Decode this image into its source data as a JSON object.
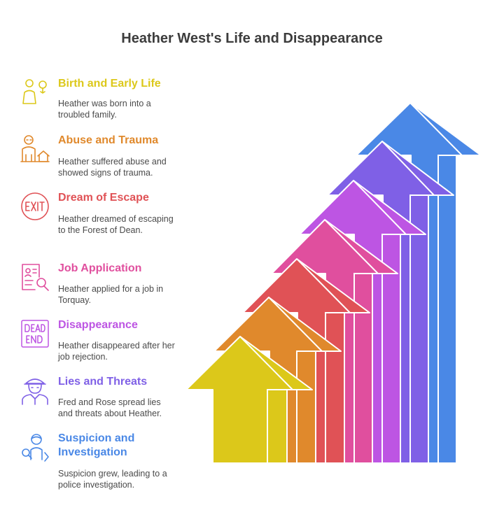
{
  "title": "Heather West's Life and Disappearance",
  "steps": [
    {
      "heading": "Birth and Early Life",
      "description": "Heather was born into a troubled family.",
      "color": "#dcc81a",
      "icon": "parent-child-icon"
    },
    {
      "heading": "Abuse and Trauma",
      "description": "Heather suffered abuse and showed signs of trauma.",
      "color": "#e0892c",
      "icon": "figure-house-icon"
    },
    {
      "heading": "Dream of Escape",
      "description": "Heather dreamed of escaping to the Forest of Dean.",
      "color": "#e05256",
      "icon": "exit-sign-icon"
    },
    {
      "heading": "Job Application",
      "description": "Heather applied for a job in Torquay.",
      "color": "#e04f9e",
      "icon": "resume-search-icon"
    },
    {
      "heading": "Disappearance",
      "description": "Heather disappeared after her job rejection.",
      "color": "#bd55e3",
      "icon": "dead-end-sign-icon"
    },
    {
      "heading": "Lies and Threats",
      "description": "Fred and Rose spread lies and threats about Heather.",
      "color": "#7f60e6",
      "icon": "officer-icon"
    },
    {
      "heading": "Suspicion and Investigation",
      "description": "Suspicion grew, leading to a police investigation.",
      "color": "#4a88e6",
      "icon": "detective-search-icon"
    }
  ]
}
